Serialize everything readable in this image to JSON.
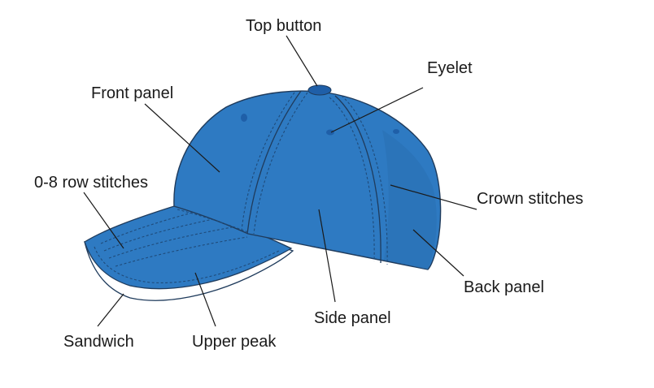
{
  "diagram": {
    "colors": {
      "cap": "#2e7ac2",
      "cap_shade": "#2a6fb2",
      "cap_outline": "#1f3b5c",
      "stitch": "#1f4b7a",
      "button": "#1f5fa8",
      "sandwich": "#ffffff",
      "line": "#1a1a1a"
    },
    "labels": {
      "top_button": "Top button",
      "eyelet": "Eyelet",
      "front_panel": "Front panel",
      "row_stitches": "0-8 row stitches",
      "crown_stitches": "Crown stitches",
      "back_panel": "Back panel",
      "side_panel": "Side panel",
      "sandwich": "Sandwich",
      "upper_peak": "Upper peak"
    }
  }
}
